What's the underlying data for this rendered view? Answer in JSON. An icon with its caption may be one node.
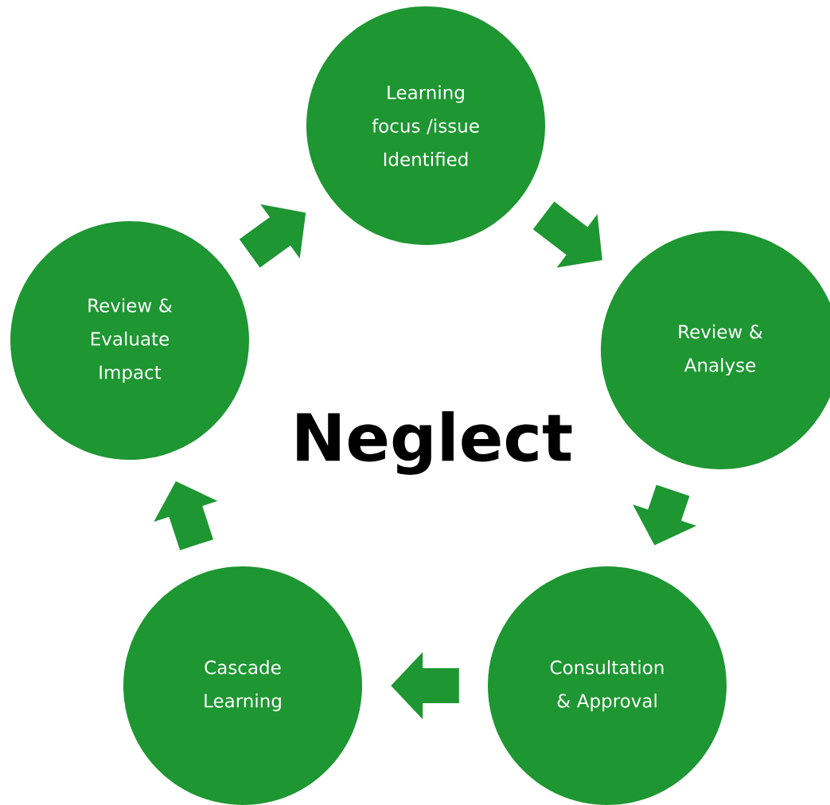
{
  "diagram": {
    "nodes": [
      {
        "text": [
          "Learning focus /issue Identified"
        ]
      },
      {
        "text": [
          "Review & Analyse"
        ]
      },
      {
        "text": [
          "Consultation & Approval"
        ]
      },
      {
        "text": [
          "Cascade Learning"
        ]
      },
      {
        "text": [
          "Review & Evaluate Impact"
        ]
      }
    ],
    "edges": [
      {
        "from": 0,
        "to": 1,
        "arrow": "to"
      },
      {
        "from": 1,
        "to": 2,
        "arrow": "to"
      },
      {
        "from": 2,
        "to": 3,
        "arrow": "to"
      },
      {
        "from": 3,
        "to": 4,
        "arrow": "to"
      },
      {
        "from": 4,
        "to": 0,
        "arrow": "to"
      }
    ],
    "labels": [
      "Neglect"
    ]
  }
}
